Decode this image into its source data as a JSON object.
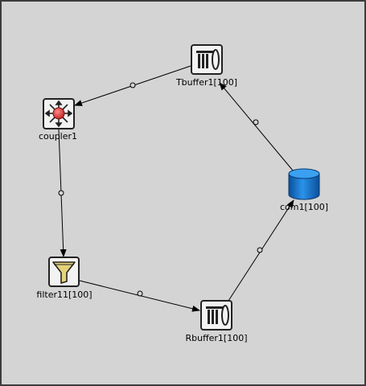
{
  "colors": {
    "canvas_bg": "#d4d4d4",
    "frame": "#3c3c3c",
    "edge": "#000000",
    "icon_frame": "#222222",
    "icon_bg": "#f2f2f2",
    "coupler_core": "#e03a3a",
    "filter_funnel": "#e6d27a",
    "store_blue": "#1c7fd6",
    "store_blue_dark": "#0b4f9a"
  },
  "nodes": {
    "tbuffer": {
      "label": "Tbuffer1[100]",
      "icon": "buffer-icon"
    },
    "coupler": {
      "label": "coupler1",
      "icon": "coupler-icon"
    },
    "filter": {
      "label": "filter11[100]",
      "icon": "funnel-icon"
    },
    "rbuffer": {
      "label": "Rbuffer1[100]",
      "icon": "buffer-icon"
    },
    "com": {
      "label": "com1[100]",
      "icon": "database-icon"
    }
  },
  "edges": [
    {
      "from": "tbuffer",
      "to": "coupler"
    },
    {
      "from": "coupler",
      "to": "filter"
    },
    {
      "from": "filter",
      "to": "rbuffer"
    },
    {
      "from": "rbuffer",
      "to": "com"
    },
    {
      "from": "com",
      "to": "tbuffer"
    }
  ]
}
